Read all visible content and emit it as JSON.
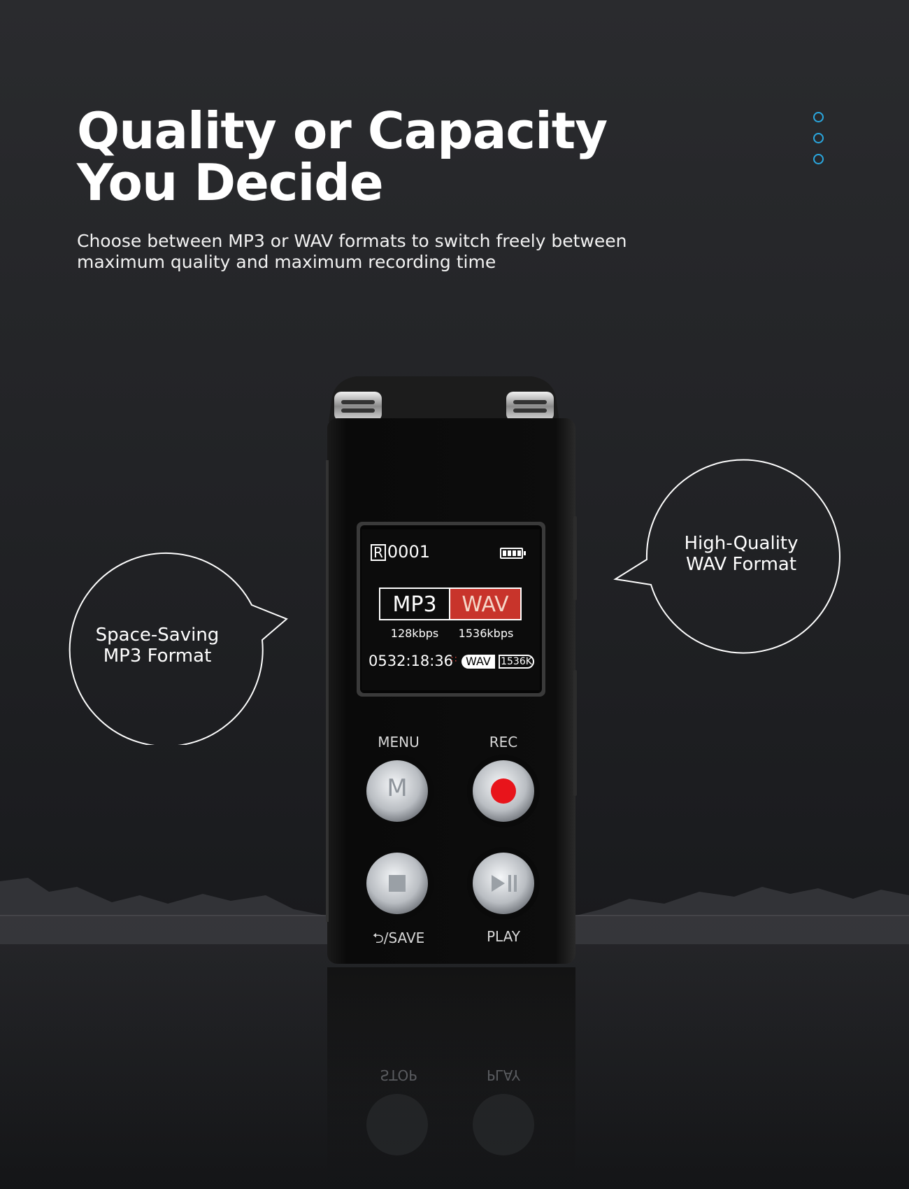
{
  "header": {
    "title_line1": "Quality or Capacity",
    "title_line2": "You Decide",
    "subtitle_line1": "Choose between MP3 or WAV formats to switch freely between",
    "subtitle_line2": "maximum quality and maximum recording time"
  },
  "bubbles": {
    "left_line1": "Space-Saving",
    "left_line2": "MP3 Format",
    "right_line1": "High-Quality",
    "right_line2": "WAV Format"
  },
  "screen": {
    "recording_prefix": "R",
    "recording_number": "0001",
    "battery_level": 1.0,
    "format_mp3": "MP3",
    "format_wav": "WAV",
    "selected_format": "WAV",
    "bitrate_mp3": "128kbps",
    "bitrate_wav": "1536kbps",
    "remaining_time": "0532:18:36",
    "status_format": "WAV",
    "status_bitrate": "1536K"
  },
  "buttons": {
    "menu_label": "MENU",
    "menu_glyph": "M",
    "rec_label": "REC",
    "save_label": "/SAVE",
    "play_label": "PLAY"
  },
  "reflection": {
    "stop_label": "STOP",
    "play_label": "PLAY"
  },
  "colors": {
    "background": "#232427",
    "accent_blue": "#2aa8e0",
    "record_red": "#e8141b",
    "wav_highlight": "#c8342b"
  }
}
